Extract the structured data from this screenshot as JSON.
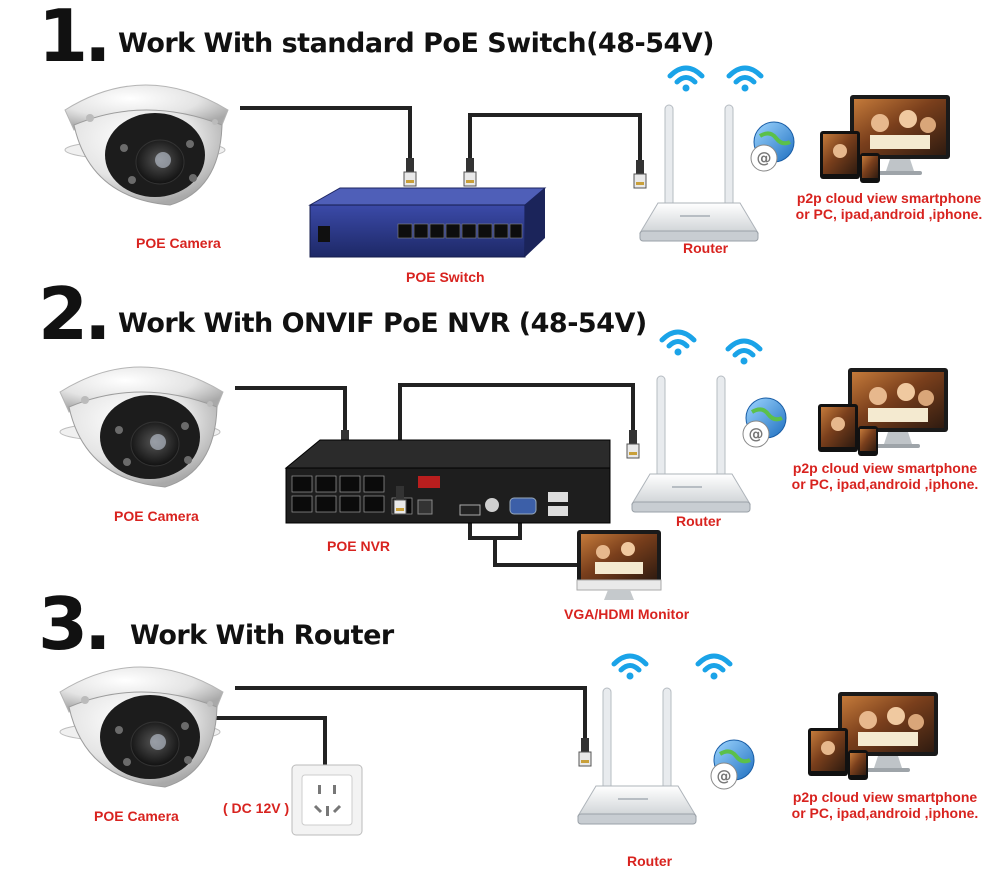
{
  "sections": [
    {
      "number": "1",
      "title": "Work With standard PoE Switch(48-54V)",
      "camera_label": "POE Camera",
      "device_label": "POE Switch",
      "router_label": "Router",
      "view_line1": "p2p cloud view smartphone",
      "view_line2": "or PC, ipad,android ,iphone."
    },
    {
      "number": "2",
      "title": "Work With ONVIF PoE NVR (48-54V)",
      "camera_label": "POE Camera",
      "device_label": "POE NVR",
      "router_label": "Router",
      "monitor_label": "VGA/HDMI Monitor",
      "view_line1": "p2p cloud view smartphone",
      "view_line2": "or PC, ipad,android ,iphone."
    },
    {
      "number": "3",
      "title": "Work With Router",
      "camera_label": "POE Camera",
      "power_label": "( DC 12V )",
      "router_label": "Router",
      "view_line1": "p2p cloud view smartphone",
      "view_line2": "or PC, ipad,android ,iphone."
    }
  ],
  "colors": {
    "label_red": "#d8231f",
    "switch_blue": "#2b3a8f",
    "nvr_black": "#1e1e1e",
    "cable": "#222222"
  },
  "icons": [
    "dome-camera",
    "poe-switch",
    "router",
    "wifi-signal",
    "globe-at-icon",
    "monitor",
    "tablet",
    "smartphone",
    "nvr",
    "power-outlet"
  ]
}
